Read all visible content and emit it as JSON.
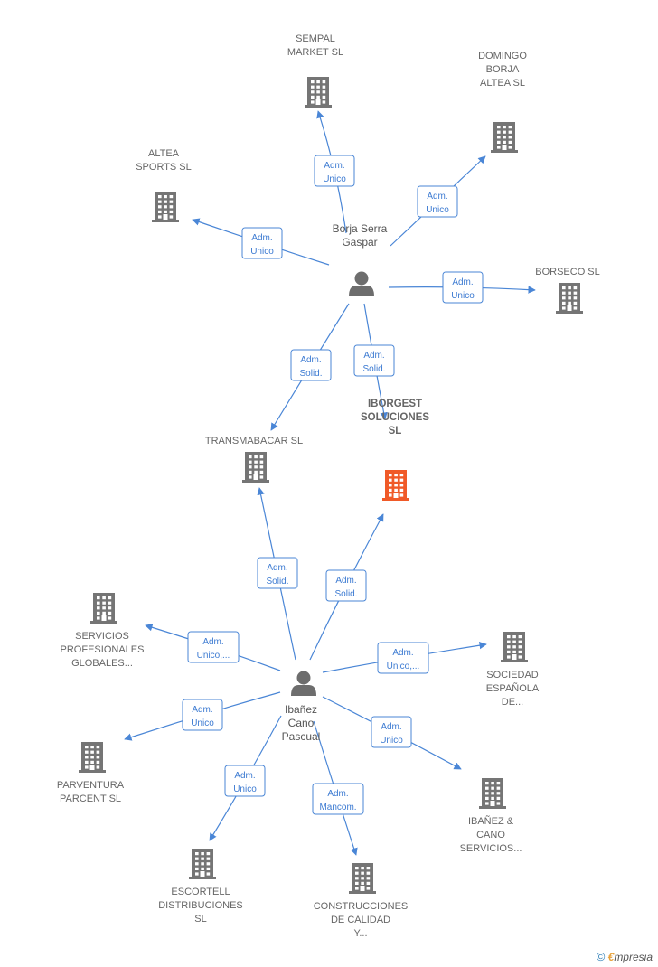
{
  "colors": {
    "edge": "#4a86d6",
    "company": "#757575",
    "company_main": "#f05a28",
    "person": "#6d6d6d"
  },
  "persons": [
    {
      "id": "borja",
      "lines": [
        "Borja Serra",
        "Gaspar"
      ]
    },
    {
      "id": "ibanez",
      "lines": [
        "Ibañez",
        "Cano",
        "Pascual"
      ]
    }
  ],
  "companies": [
    {
      "id": "sempal",
      "lines": [
        "SEMPAL",
        "MARKET  SL"
      ],
      "main": false
    },
    {
      "id": "domingo",
      "lines": [
        "DOMINGO",
        "BORJA",
        "ALTEA SL"
      ],
      "main": false
    },
    {
      "id": "altea",
      "lines": [
        "ALTEA",
        "SPORTS  SL"
      ],
      "main": false
    },
    {
      "id": "borseco",
      "lines": [
        "BORSECO SL"
      ],
      "main": false
    },
    {
      "id": "transmabacar",
      "lines": [
        "TRANSMABACAR SL"
      ],
      "main": false
    },
    {
      "id": "iborgest",
      "lines": [
        "IBORGEST",
        "SOLUCIONES",
        "SL"
      ],
      "main": true
    },
    {
      "id": "servicios",
      "lines": [
        "SERVICIOS",
        "PROFESIONALES",
        "GLOBALES..."
      ],
      "main": false
    },
    {
      "id": "sociedad",
      "lines": [
        "SOCIEDAD",
        "ESPAÑOLA",
        "DE..."
      ],
      "main": false
    },
    {
      "id": "parventura",
      "lines": [
        "PARVENTURA",
        "PARCENT SL"
      ],
      "main": false
    },
    {
      "id": "ibanezcano",
      "lines": [
        "IBAÑEZ &",
        "CANO",
        "SERVICIOS..."
      ],
      "main": false
    },
    {
      "id": "escortell",
      "lines": [
        "ESCORTELL",
        "DISTRIBUCIONES",
        "SL"
      ],
      "main": false
    },
    {
      "id": "construcciones",
      "lines": [
        "CONSTRUCCIONES",
        "DE CALIDAD",
        "Y..."
      ],
      "main": false
    }
  ],
  "edges": [
    {
      "from": "borja",
      "to": "sempal",
      "label": [
        "Adm.",
        "Unico"
      ]
    },
    {
      "from": "borja",
      "to": "domingo",
      "label": [
        "Adm.",
        "Unico"
      ]
    },
    {
      "from": "borja",
      "to": "altea",
      "label": [
        "Adm.",
        "Unico"
      ]
    },
    {
      "from": "borja",
      "to": "borseco",
      "label": [
        "Adm.",
        "Unico"
      ]
    },
    {
      "from": "borja",
      "to": "transmabacar",
      "label": [
        "Adm.",
        "Solid."
      ]
    },
    {
      "from": "borja",
      "to": "iborgest",
      "label": [
        "Adm.",
        "Solid."
      ]
    },
    {
      "from": "ibanez",
      "to": "transmabacar",
      "label": [
        "Adm.",
        "Solid."
      ]
    },
    {
      "from": "ibanez",
      "to": "iborgest",
      "label": [
        "Adm.",
        "Solid."
      ]
    },
    {
      "from": "ibanez",
      "to": "servicios",
      "label": [
        "Adm.",
        "Unico,..."
      ]
    },
    {
      "from": "ibanez",
      "to": "sociedad",
      "label": [
        "Adm.",
        "Unico,..."
      ]
    },
    {
      "from": "ibanez",
      "to": "parventura",
      "label": [
        "Adm.",
        "Unico"
      ]
    },
    {
      "from": "ibanez",
      "to": "ibanezcano",
      "label": [
        "Adm.",
        "Unico"
      ]
    },
    {
      "from": "ibanez",
      "to": "escortell",
      "label": [
        "Adm.",
        "Unico"
      ]
    },
    {
      "from": "ibanez",
      "to": "construcciones",
      "label": [
        "Adm.",
        "Mancom."
      ]
    }
  ],
  "brand": {
    "copyright": "©",
    "e": "€",
    "rest": "mpresia"
  }
}
